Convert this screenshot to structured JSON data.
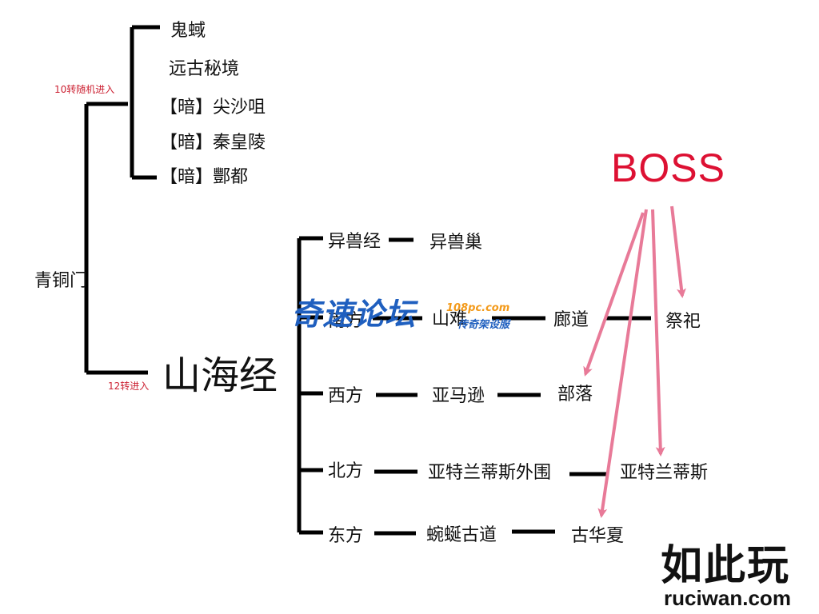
{
  "colors": {
    "line": "#000000",
    "arrow": "#e87a98",
    "boss": "#dd1133",
    "note": "#cc2233",
    "watermark_blue": "#1f5fbf",
    "watermark_orange": "#f39a1a"
  },
  "root": {
    "label": "青铜门"
  },
  "branch_10": {
    "note": "10转随机进入",
    "items": [
      "鬼蜮",
      "远古秘境",
      "【暗】尖沙咀",
      "【暗】秦皇陵",
      "【暗】酆都"
    ]
  },
  "branch_12": {
    "note": "12转进入",
    "label": "山海经",
    "rows": [
      {
        "dir": "异兽经",
        "steps": [
          "异兽巢"
        ]
      },
      {
        "dir": "南方",
        "steps": [
          "山难",
          "廊道",
          "祭祀"
        ]
      },
      {
        "dir": "西方",
        "steps": [
          "亚马逊",
          "部落"
        ]
      },
      {
        "dir": "北方",
        "steps": [
          "亚特兰蒂斯外围",
          "亚特兰蒂斯"
        ]
      },
      {
        "dir": "东方",
        "steps": [
          "蜿蜒古道",
          "古华夏"
        ]
      }
    ]
  },
  "boss": {
    "label": "BOSS",
    "targets": [
      "祭祀",
      "部落",
      "亚特兰蒂斯",
      "古华夏"
    ]
  },
  "watermarks": {
    "forum_name": "奇速论坛",
    "forum_url": "108pc.com",
    "forum_slogan": "传奇架设服",
    "brand": "如此玩",
    "brand_url": "ruciwan.com"
  }
}
